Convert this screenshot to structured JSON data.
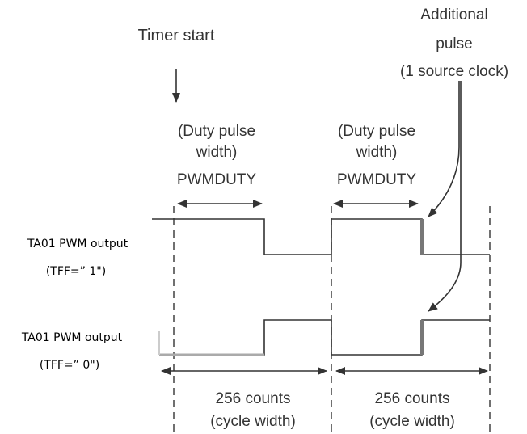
{
  "annotations": {
    "timer_start": "Timer start",
    "additional_pulse": [
      "Additional",
      "pulse",
      "(1 source clock)"
    ],
    "duty_pulse_1": [
      "(Duty pulse",
      "width)",
      "PWMDUTY"
    ],
    "duty_pulse_2": [
      "(Duty pulse",
      "width)",
      "PWMDUTY"
    ],
    "cycle_1": [
      "256 counts",
      "(cycle width)"
    ],
    "cycle_2": [
      "256 counts",
      "(cycle width)"
    ]
  },
  "signals": {
    "tff1": [
      "TA01 PWM output",
      "(TFF=” 1\")"
    ],
    "tff0": [
      "TA01 PWM output",
      "(TFF=” 0\")"
    ]
  },
  "colors": {
    "line": "#333333",
    "text": "#333333",
    "label": "#000000"
  }
}
